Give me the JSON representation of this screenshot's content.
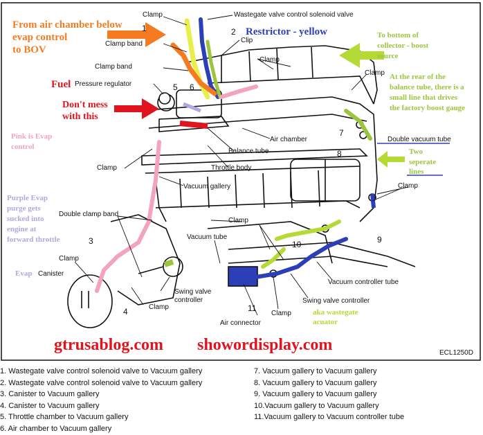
{
  "colors": {
    "orange": "#f47b20",
    "red": "#e0141e",
    "blue": "#2d3fb8",
    "green": "#9bc53d",
    "lime": "#b5d935",
    "pink": "#f4a3bd",
    "purple": "#b3a7e0",
    "yellow": "#e8ef4a",
    "black": "#111111"
  },
  "labels": {
    "clamp": "Clamp",
    "wastegate_solenoid": "Wastegate valve control solenoid valve",
    "clamp_band": "Clamp band",
    "clip": "Clip",
    "pressure_regulator": "Pressure regulator",
    "air_chamber": "Air chamber",
    "balance_tube": "Balance tube",
    "throttle_body": "Throttle body",
    "vacuum_gallery": "Vacuum gallery",
    "double_vacuum_tube": "Double vacuum tube",
    "double_clamp_band": "Double clamp band",
    "vacuum_tube": "Vacuum tube",
    "canister": "Canister",
    "swing_valve_controller": "Swing valve controller",
    "swing_valve": "Swing valve",
    "controller": "controller",
    "vacuum_controller_tube": "Vacuum controller tube",
    "air_connector": "Air connector",
    "code": "ECL1250D"
  },
  "numbers": [
    "1",
    "2",
    "3",
    "4",
    "5",
    "6",
    "7",
    "8",
    "9",
    "10",
    "11"
  ],
  "annotations": {
    "bov_1": "From air chamber below",
    "bov_2": "evap control",
    "bov_3": "to BOV",
    "restrictor": "Restrictor - yellow",
    "collector_1": "To bottom of",
    "collector_2": "collector - boost",
    "collector_3": "source",
    "fuel": "Fuel",
    "dont_mess_1": "Don't mess",
    "dont_mess_2": "with this",
    "rear_1": "At the rear of the",
    "rear_2": "balance tube, there is a",
    "rear_3": "small line that drives",
    "rear_4": "the factory boost gauge",
    "pink_1": "Pink is Evap",
    "pink_2": "control",
    "two_1": "Two",
    "two_2": "seperate",
    "two_3": "lines",
    "purple_1": "Purple Evap",
    "purple_2": "purge gets",
    "purple_3": "sucked into",
    "purple_4": "engine at",
    "purple_5": "forward throttle",
    "evap": "Evap",
    "aka_1": "aka wastegate",
    "aka_2": "acuator"
  },
  "website": {
    "site1": "gtrusablog.com",
    "site2": "showordisplay.com"
  },
  "legend_left": [
    "1.  Wastegate valve control solenoid valve to Vacuum gallery",
    "2.  Wastegate valve control solenoid valve to Vacuum gallery",
    "3.  Canister to Vacuum gallery",
    "4.  Canister to Vacuum gallery",
    "5.  Throttle chamber to Vacuum gallery",
    "6.  Air chamber to Vacuum gallery"
  ],
  "legend_right": [
    "7.  Vacuum gallery to Vacuum gallery",
    "8.  Vacuum gallery to Vacuum gallery",
    "9.  Vacuum gallery to Vacuum gallery",
    "10.Vacuum gallery to Vacuum gallery",
    "11.Vacuum gallery to Vacuum controller tube"
  ]
}
